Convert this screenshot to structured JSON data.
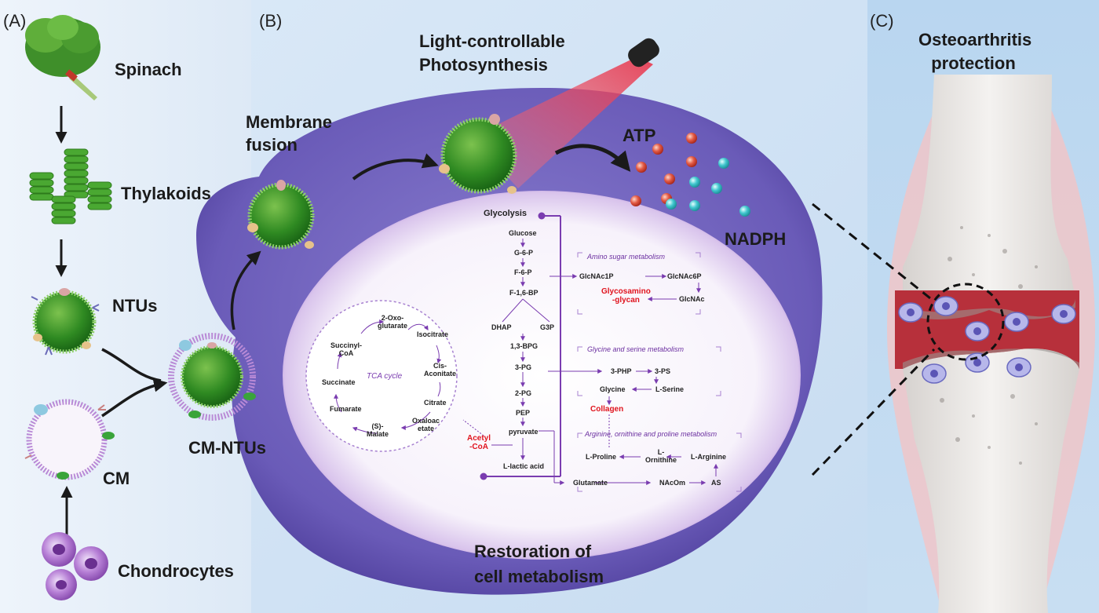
{
  "panels": {
    "a": "(A)",
    "b": "(B)",
    "c": "(C)"
  },
  "panel_a": {
    "spinach": "Spinach",
    "thylakoids": "Thylakoids",
    "ntus": "NTUs",
    "cm": "CM",
    "chondrocytes": "Chondrocytes",
    "cm_ntus": "CM-NTUs"
  },
  "panel_b": {
    "membrane_fusion_1": "Membrane",
    "membrane_fusion_2": "fusion",
    "light_1": "Light-controllable",
    "light_2": "Photosynthesis",
    "atp": "ATP",
    "nadph": "NADPH",
    "restoration_1": "Restoration of",
    "restoration_2": "cell metabolism"
  },
  "metabolism": {
    "glycolysis": "Glycolysis",
    "glycolysis_steps": [
      "Glucose",
      "G-6-P",
      "F-6-P",
      "F-1,6-BP",
      "1,3-BPG",
      "3-PG",
      "2-PG",
      "PEP",
      "pyruvate",
      "L-lactic acid"
    ],
    "dhap": "DHAP",
    "g3p": "G3P",
    "amino_sugar": {
      "title": "Amino sugar metabolism",
      "glcnac1p": "GlcNAc1P",
      "glcnac6p": "GlcNAc6P",
      "glcnac": "GlcNAc",
      "gag": "Glycosamino\n-glycan"
    },
    "glycine_serine": {
      "title": "Glycine and serine metabolism",
      "php": "3-PHP",
      "ps": "3-PS",
      "glycine": "Glycine",
      "serine": "L-Serine",
      "collagen": "Collagen"
    },
    "arginine": {
      "title": "Arginine, ornithine and proline metabolism",
      "proline": "L-Proline",
      "ornithine": "L-\nOrnithine",
      "arginine": "L-Arginine",
      "glutamate": "Glutamate",
      "nacom": "NAcOm",
      "as": "AS"
    },
    "acetyl_coa": "Acetyl\n-CoA",
    "tca": {
      "title": "TCA cycle",
      "oxoglutarate": "2-Oxo-\nglutarate",
      "isocitrate": "Isocitrate",
      "succinyl": "Succinyl-\nCoA",
      "cis_aconitate": "Cis-\nAconitate",
      "succinate": "Succinate",
      "citrate": "Citrate",
      "fumarate": "Fumarate",
      "malate": "(S)-\nMalate",
      "oxaloacetate": "Oxaloac\netate"
    }
  },
  "panel_c": {
    "title_1": "Osteoarthritis",
    "title_2": "protection"
  },
  "colors": {
    "purple": "#6b2fa0",
    "red": "#e0141e",
    "green": "#3f8f2a",
    "bg_left": "#e7f0fa",
    "bg_mid": "#cfe3f6",
    "bg_right": "#bfdaf2"
  }
}
